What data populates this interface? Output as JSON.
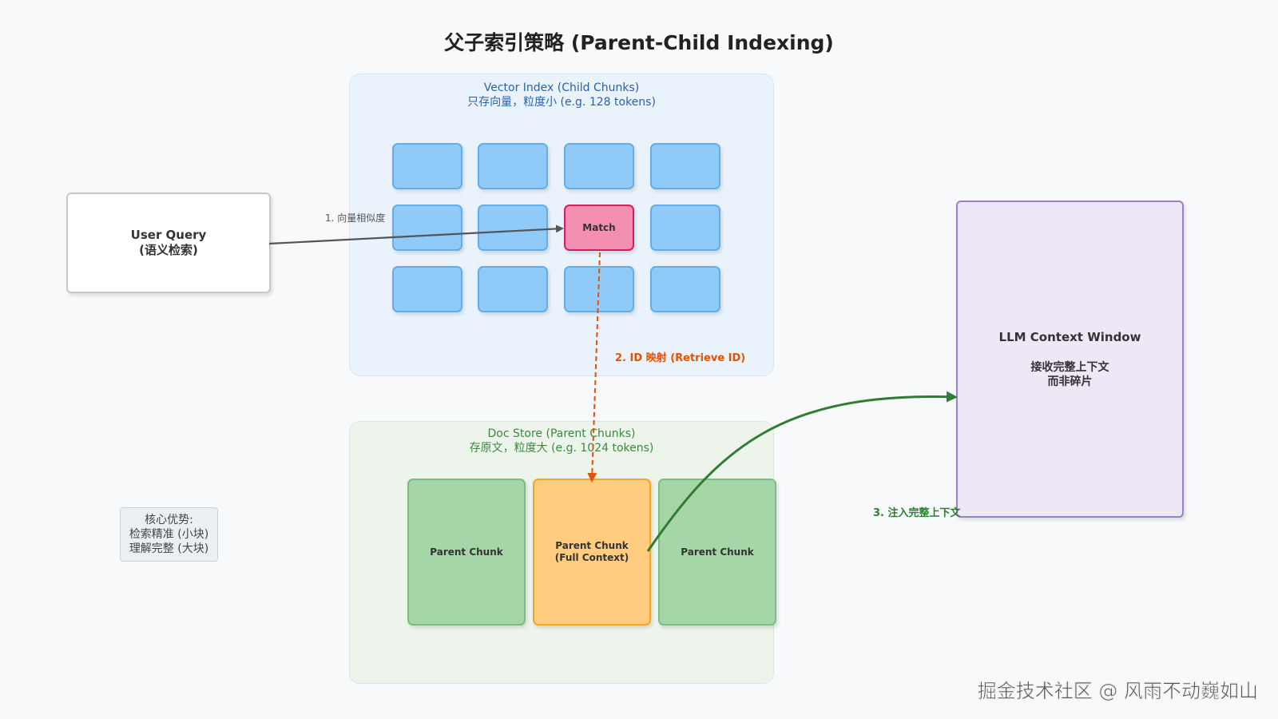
{
  "title": "父子索引策略 (Parent-Child Indexing)",
  "vector_index": {
    "title_line1": "Vector Index (Child Chunks)",
    "title_line2": "只存向量，粒度小 (e.g. 128 tokens)",
    "match_label": "Match"
  },
  "doc_store": {
    "title_line1": "Doc Store (Parent Chunks)",
    "title_line2": "存原文，粒度大 (e.g. 1024 tokens)",
    "parent_left": "Parent Chunk",
    "parent_center_line1": "Parent Chunk",
    "parent_center_line2": "(Full Context)",
    "parent_right": "Parent Chunk"
  },
  "user_query": {
    "line1": "User Query",
    "line2": "(语义检索)"
  },
  "llm": {
    "title": "LLM Context Window",
    "line1": "接收完整上下文",
    "line2": "而非碎片"
  },
  "advantage": {
    "line1": "核心优势:",
    "line2": "检索精准 (小块)",
    "line3": "理解完整 (大块)"
  },
  "steps": {
    "step1": "1. 向量相似度",
    "step2": "2. ID 映射 (Retrieve ID)",
    "step3": "3. 注入完整上下文"
  },
  "watermark": "掘金技术社区 @ 风雨不动巍如山",
  "colors": {
    "child": "#90caf9",
    "match": "#f48fb1",
    "parent": "#a5d6a7",
    "parent_full": "#ffcc80",
    "llm": "#ede7f6",
    "arrow_query": "#555555",
    "arrow_id": "#e65100",
    "arrow_inject": "#2e7d32"
  }
}
